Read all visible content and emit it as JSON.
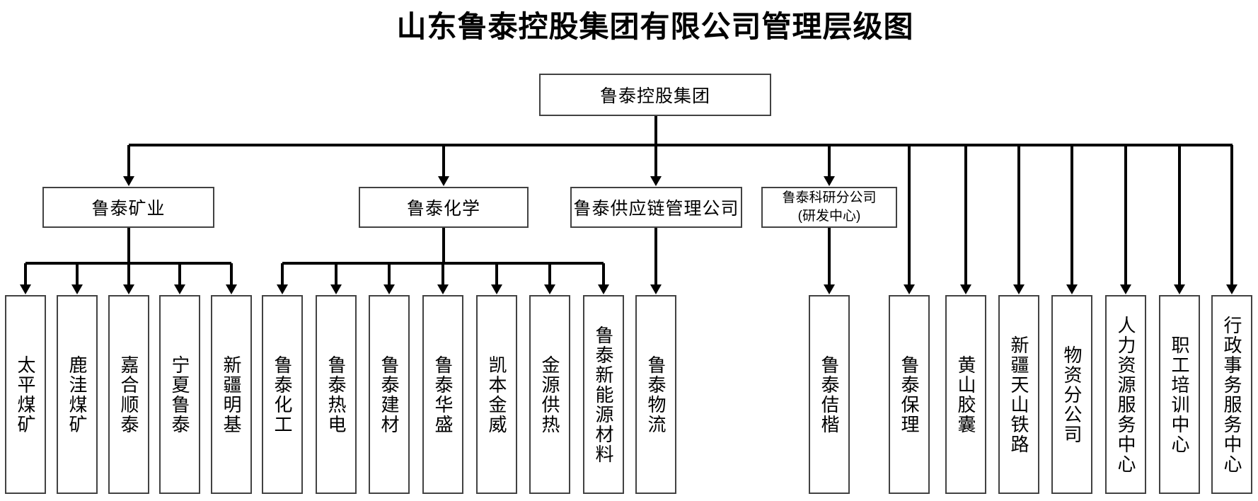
{
  "title": "山东鲁泰控股集团有限公司管理层级图",
  "root": {
    "label": "鲁泰控股集团"
  },
  "level2": {
    "mining": {
      "label": "鲁泰矿业"
    },
    "chemistry": {
      "label": "鲁泰化学"
    },
    "supply_chain": {
      "label": "鲁泰供应链管理公司"
    },
    "research": {
      "label": "鲁泰科研分公司",
      "sublabel": "(研发中心)"
    }
  },
  "children": {
    "mining": [
      "太平煤矿",
      "鹿洼煤矿",
      "嘉合顺泰",
      "宁夏鲁泰",
      "新疆明基"
    ],
    "chemistry": [
      "鲁泰化工",
      "鲁泰热电",
      "鲁泰建材",
      "鲁泰华盛",
      "凯本金威",
      "金源供热",
      "鲁泰新能源材料"
    ],
    "supply_chain": [
      "鲁泰物流"
    ],
    "research": [
      "鲁泰佶楷"
    ],
    "headquarters": [
      "鲁泰保理",
      "黄山胶囊",
      "新疆天山铁路",
      "物资分公司",
      "人力资源服务中心",
      "职工培训中心",
      "行政事务服务中心"
    ]
  },
  "colors": {
    "background": "#ffffff",
    "line": "#000000",
    "box_border": "#424242",
    "text": "#000000"
  }
}
